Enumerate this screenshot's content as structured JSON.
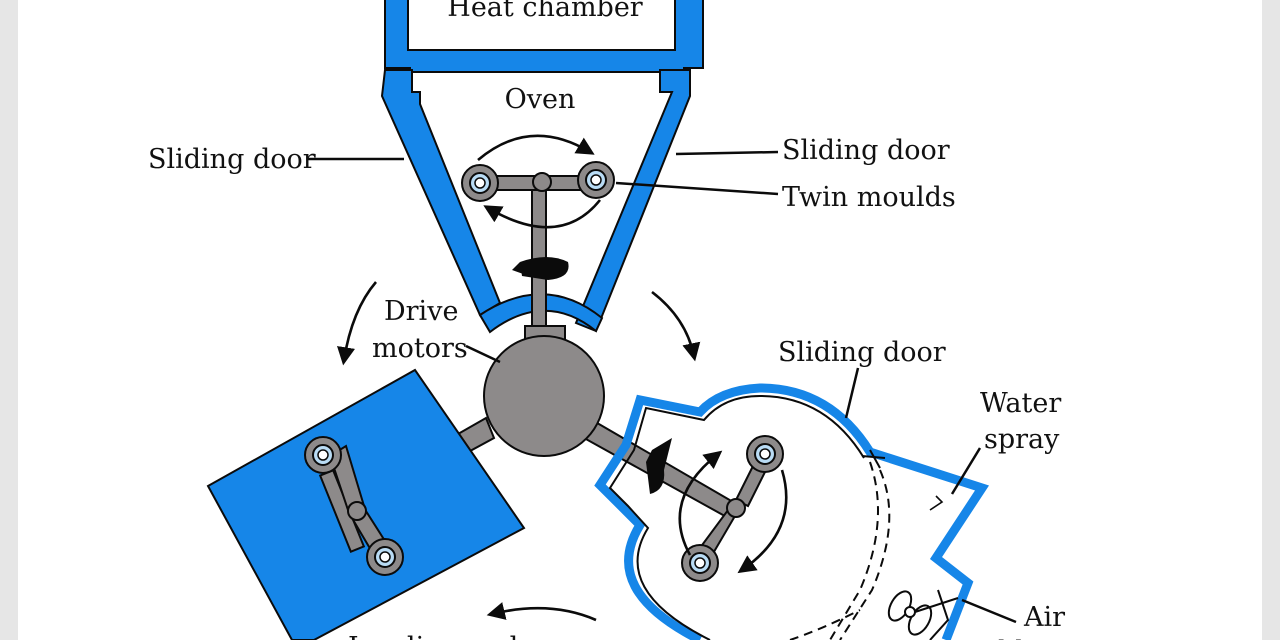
{
  "diagram": {
    "labels": {
      "heat_chamber": "Heat chamber",
      "oven": "Oven",
      "sliding_door_left": "Sliding door",
      "sliding_door_right": "Sliding door",
      "twin_moulds": "Twin moulds",
      "drive_motors_line1": "Drive",
      "drive_motors_line2": "motors",
      "sliding_door_cooling": "Sliding door",
      "water_spray_line1": "Water",
      "water_spray_line2": "spray",
      "air_blower_line1": "Air",
      "air_blower_line2": "blower",
      "loading_line": "Loading and"
    },
    "colors": {
      "blue": "#1686e8",
      "grey": "#8d8a8a",
      "mould_inner": "#b9dcf5",
      "background": "#e6e6e6"
    }
  }
}
